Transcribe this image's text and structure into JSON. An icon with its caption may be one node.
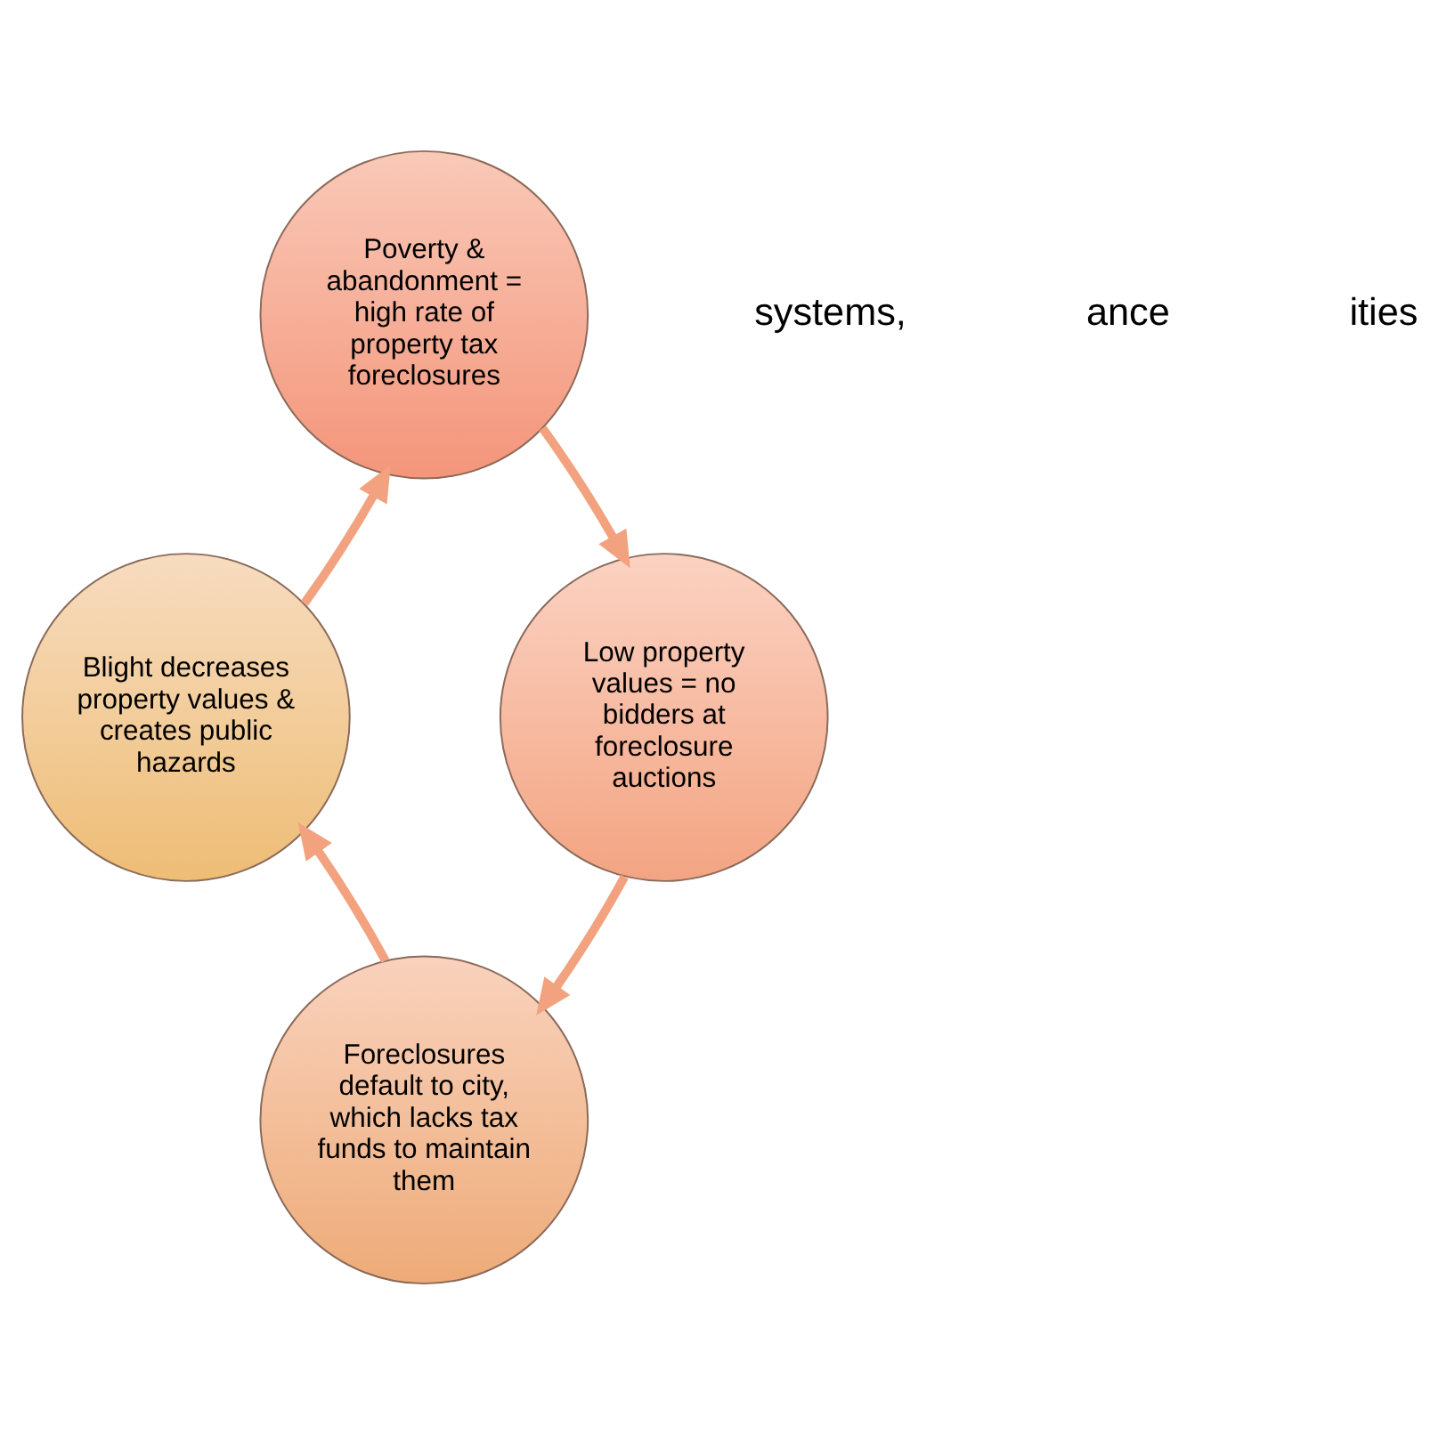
{
  "diagram": {
    "nodes": [
      {
        "text": [
          "Poverty & abandonment = high rate of property tax foreclosures"
        ]
      },
      {
        "text": [
          "Blight decreases property values & creates public hazards"
        ]
      },
      {
        "text": [
          "Low property values = no bidders at foreclosure auctions"
        ]
      },
      {
        "text": [
          "Foreclosures default to city, which lacks tax funds to maintain them"
        ]
      }
    ],
    "edges": [
      {
        "from": 0,
        "to": 2,
        "arrow": "to"
      },
      {
        "from": 2,
        "to": 3,
        "arrow": "to"
      },
      {
        "from": 3,
        "to": 1,
        "arrow": "to"
      },
      {
        "from": 1,
        "to": 0,
        "arrow": "to"
      }
    ],
    "labels": [
      "systems,",
      "ance",
      "ities"
    ]
  }
}
